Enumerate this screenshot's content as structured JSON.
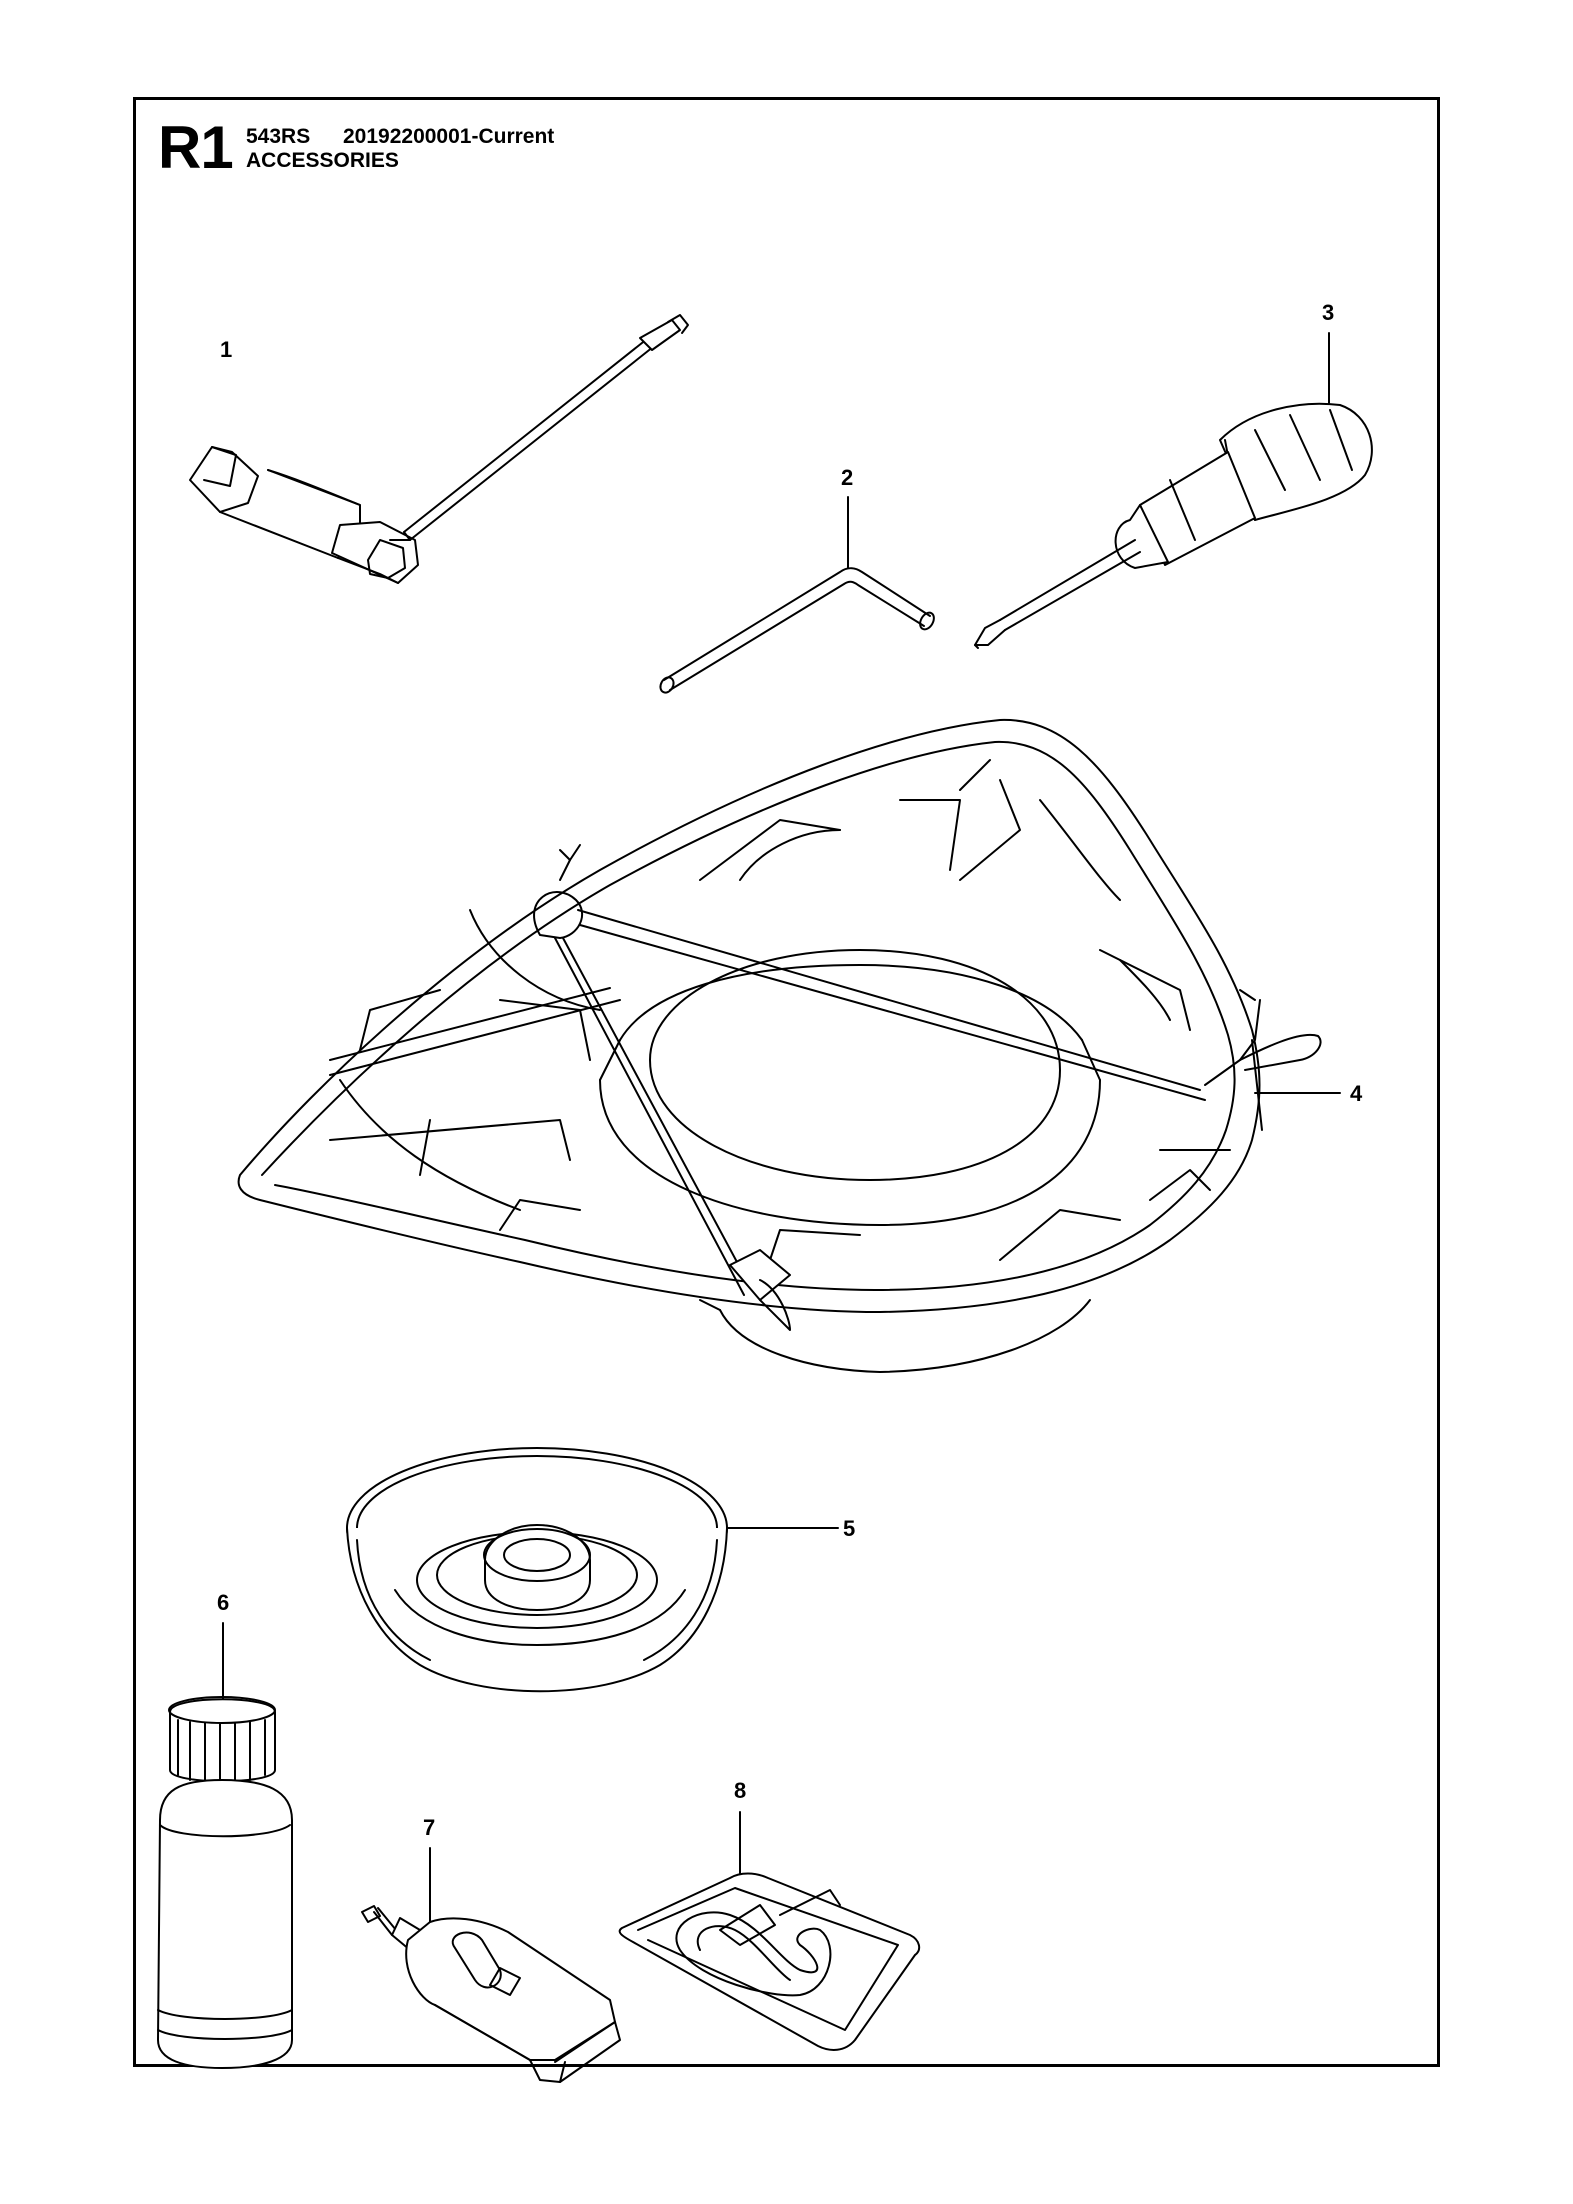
{
  "header": {
    "code": "R1",
    "model": "543RS",
    "part_number": "20192200001-Current",
    "title": "ACCESSORIES"
  },
  "callouts": [
    "1",
    "2",
    "3",
    "4",
    "5",
    "6",
    "7",
    "8"
  ]
}
